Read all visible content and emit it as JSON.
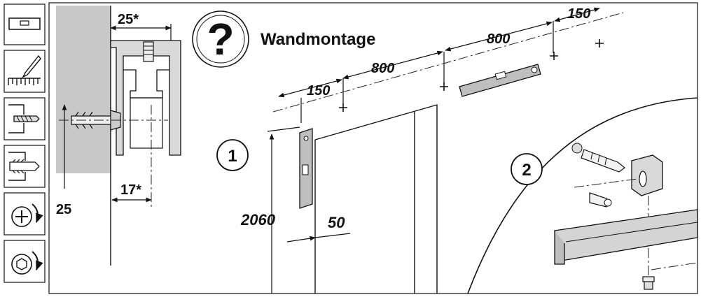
{
  "title": "Wandmontage",
  "step_numbers": [
    "1",
    "2"
  ],
  "dimensions": {
    "bracket_width": "25*",
    "bracket_offset": "17*",
    "wall_offset": "25",
    "seg_150_a": "150",
    "seg_800_a": "800",
    "seg_800_b": "800",
    "seg_150_b": "150",
    "height": "2060",
    "door_gap": "50"
  },
  "tools": [
    {
      "icon": "spirit-level-icon"
    },
    {
      "icon": "pencil-mark-icon"
    },
    {
      "icon": "drill-icon"
    },
    {
      "icon": "wall-plug-icon"
    },
    {
      "icon": "phillips-screwdriver-icon"
    },
    {
      "icon": "hex-key-icon"
    }
  ],
  "question_icon": "?"
}
